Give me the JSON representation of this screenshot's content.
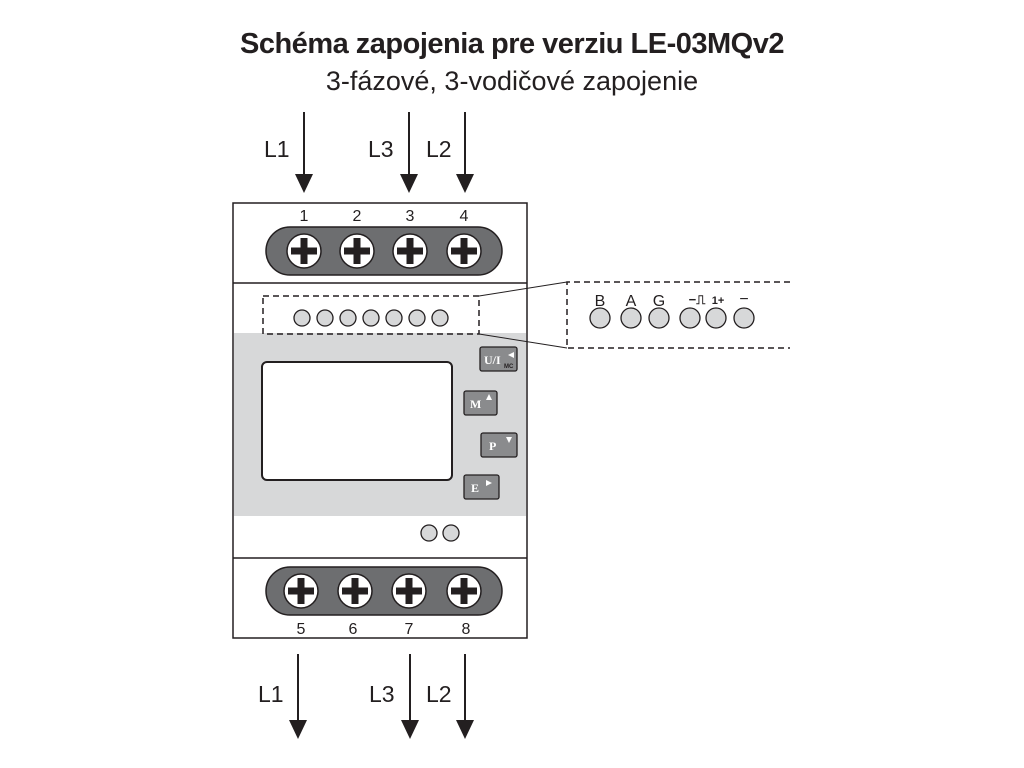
{
  "title": "Schéma zapojenia pre verziu LE-03MQv2",
  "subtitle": "3-fázové, 3-vodičové zapojenie",
  "top_wires": [
    "L1",
    "L3",
    "L2"
  ],
  "bottom_wires": [
    "L1",
    "L3",
    "L2"
  ],
  "top_terminals": [
    "1",
    "2",
    "3",
    "4"
  ],
  "bottom_terminals": [
    "5",
    "6",
    "7",
    "8"
  ],
  "comm_terminals": [
    "B",
    "A",
    "G",
    "−⎍",
    "1+",
    "−"
  ],
  "buttons": {
    "ul": "U/I",
    "ul_sub": "MC",
    "m": "M",
    "p": "P",
    "e": "E"
  },
  "colors": {
    "line": "#231f20",
    "panel": "#d7d8d9",
    "terminal_block": "#6d6e70",
    "button": "#8a8b8d"
  },
  "icons": [
    "arrow-down-icon",
    "screw-icon",
    "button-icon"
  ]
}
